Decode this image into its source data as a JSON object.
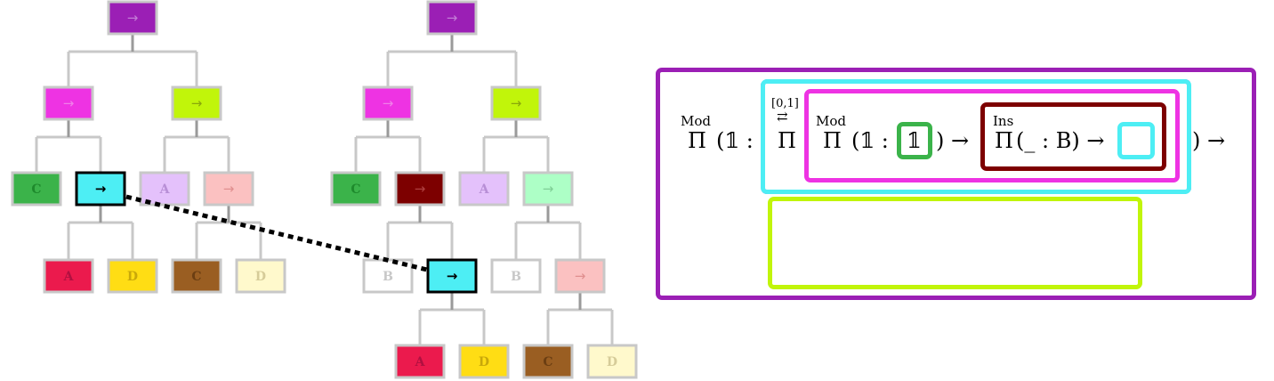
{
  "colors": {
    "purple": "#9b1fb5",
    "magenta": "#ee33e3",
    "lime": "#c1f50a",
    "green": "#3bb34a",
    "cyan": "#4deef4",
    "lavender": "#e4c1fb",
    "pink": "#fbc1c1",
    "crimson": "#eb1a4d",
    "yellow": "#ffdd14",
    "brown": "#9a5e22",
    "cream": "#fff9cc",
    "maroon": "#7d0000",
    "mint": "#adffc6",
    "white": "#ffffff",
    "edge": "#c8c8c8"
  },
  "labels": {
    "arrow": "→",
    "A": "A",
    "B": "B",
    "C": "C",
    "D": "D"
  },
  "formula": {
    "mod_outer": "Mod",
    "pi": "Π",
    "paren_one_colon": "(𝟙 :",
    "iso_index": "[0,1]",
    "iso_arrows": "⇄",
    "mod_inner": "Mod",
    "paren_one_colon_inner": "(𝟙 :",
    "one": "𝟙",
    "close_arrow": ") →",
    "ins": "Ins",
    "underscore_b": "(_ : B) →",
    "close_arrow_outer": ") →"
  }
}
